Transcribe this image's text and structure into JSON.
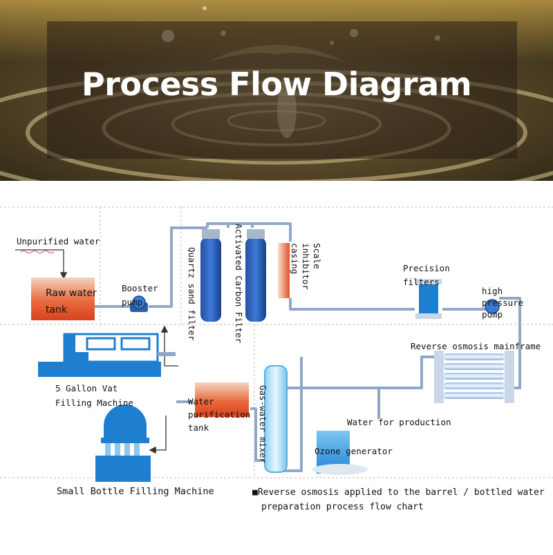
{
  "banner": {
    "title": "Process Flow Diagram"
  },
  "labels": {
    "unpurified_water": "Unpurified water",
    "raw_water_tank": "Raw water tank",
    "booster_pump": "Booster pump",
    "quartz_sand_filter": "Quartz sand filter",
    "activated_carbon_filter": "Activated Carbon Filter",
    "scale_inhibitor_casing": "Scale inhibitor casing",
    "precision_filters": "Precision filters",
    "high_pressure_pump": "high pressure pump",
    "ro_mainframe": "Reverse osmosis mainframe",
    "five_gallon_filling": "5 Gallon Vat Filling Machine",
    "water_purification_tank": "Water purification tank",
    "gas_water_mixer": "Gas-water mixer",
    "water_for_production": "Water for production",
    "ozone_generator": "Ozone generator",
    "small_bottle_filling": "Small Bottle Filling Machine"
  },
  "caption": {
    "marker": "■",
    "line1": "Reverse osmosis applied to the barrel / bottled water",
    "line2": "preparation process flow chart"
  },
  "colors": {
    "pipe": "#8fa8c8",
    "vessel_blue": "#1f5fb8",
    "tank_orange": "#e0532a",
    "equipment_blue": "#1e7fd1"
  }
}
